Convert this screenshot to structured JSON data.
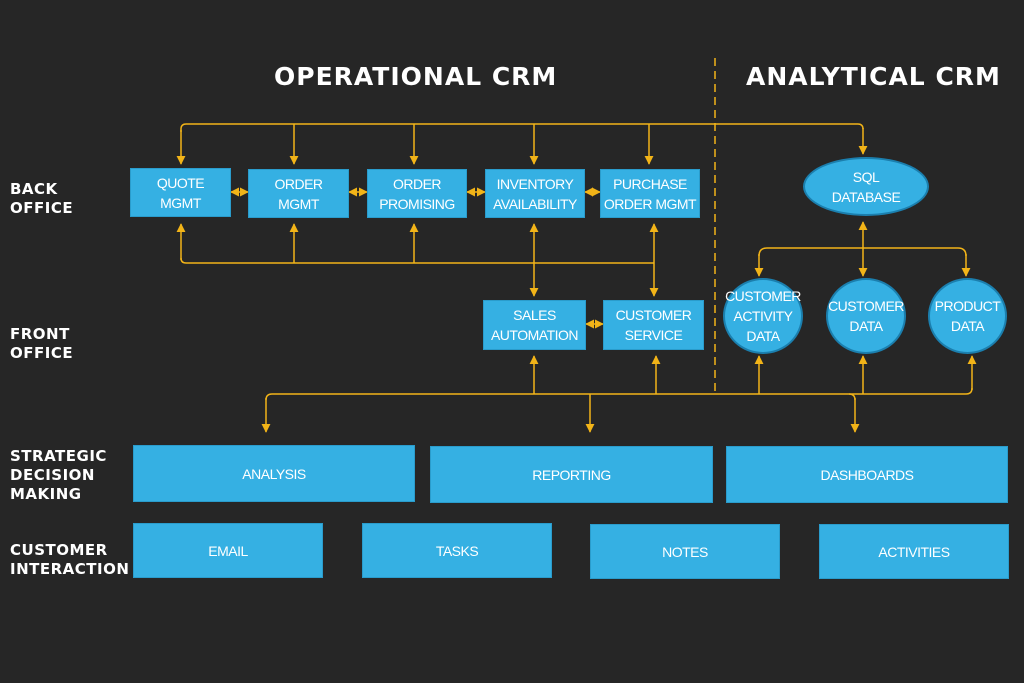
{
  "headers": {
    "operational": "OPERATIONAL CRM",
    "analytical": "ANALYTICAL CRM"
  },
  "row_labels": {
    "back_office": [
      "BACK",
      "OFFICE"
    ],
    "front_office": [
      "FRONT",
      "OFFICE"
    ],
    "strategic": [
      "STRATEGIC",
      "DECISION",
      "MAKING"
    ],
    "customer_interaction": [
      "CUSTOMER",
      "INTERACTION"
    ]
  },
  "back_office": {
    "quote": [
      "QUOTE",
      "MGMT"
    ],
    "order": [
      "ORDER",
      "MGMT"
    ],
    "promising": [
      "ORDER",
      "PROMISING"
    ],
    "inventory": [
      "INVENTORY",
      "AVAILABILITY"
    ],
    "purchase": [
      "PURCHASE",
      "ORDER MGMT"
    ]
  },
  "front_office": {
    "sales": [
      "SALES",
      "AUTOMATION"
    ],
    "service": [
      "CUSTOMER",
      "SERVICE"
    ]
  },
  "analytical": {
    "sql": [
      "SQL",
      "DATABASE"
    ],
    "activity": [
      "CUSTOMER",
      "ACTIVITY",
      "DATA"
    ],
    "customer_data": [
      "CUSTOMER",
      "DATA"
    ],
    "product_data": [
      "PRODUCT",
      "DATA"
    ]
  },
  "strategic": {
    "analysis": "ANALYSIS",
    "reporting": "REPORTING",
    "dashboards": "DASHBOARDS"
  },
  "interaction": {
    "email": "EMAIL",
    "tasks": "TASKS",
    "notes": "NOTES",
    "activities": "ACTIVITIES"
  },
  "colors": {
    "background": "#262626",
    "box": "#35b0e3",
    "connector": "#f2b418",
    "text": "#ffffff"
  }
}
